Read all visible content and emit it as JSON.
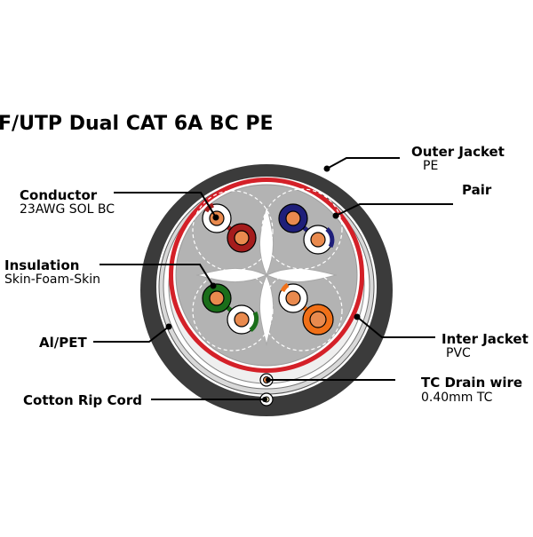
{
  "title": "F/UTP Dual CAT 6A BC PE",
  "labels": {
    "outer_jacket": {
      "name": "Outer Jacket",
      "detail": "PE"
    },
    "pair": {
      "name": "Pair"
    },
    "conductor": {
      "name": "Conductor",
      "detail": "23AWG SOL BC"
    },
    "insulation": {
      "name": "Insulation",
      "detail": "Skin-Foam-Skin"
    },
    "al_pet": {
      "name": "Al/PET"
    },
    "inter_jacket": {
      "name": "Inter Jacket",
      "detail": "PVC"
    },
    "drain_wire": {
      "name": "TC Drain wire",
      "detail": "0.40mm TC"
    },
    "rip_cord": {
      "name": "Cotton Rip Cord"
    }
  },
  "colors": {
    "outer_jacket": "#3b3b3b",
    "inter_jacket": "#d42028",
    "core_fill": "#b3b3b3",
    "conductor": "#e98a4e",
    "pair_blue": "#1f1f7a",
    "pair_orange": "#f07018",
    "pair_green": "#1a6e1a",
    "pair_brown": "#a51c1c"
  }
}
